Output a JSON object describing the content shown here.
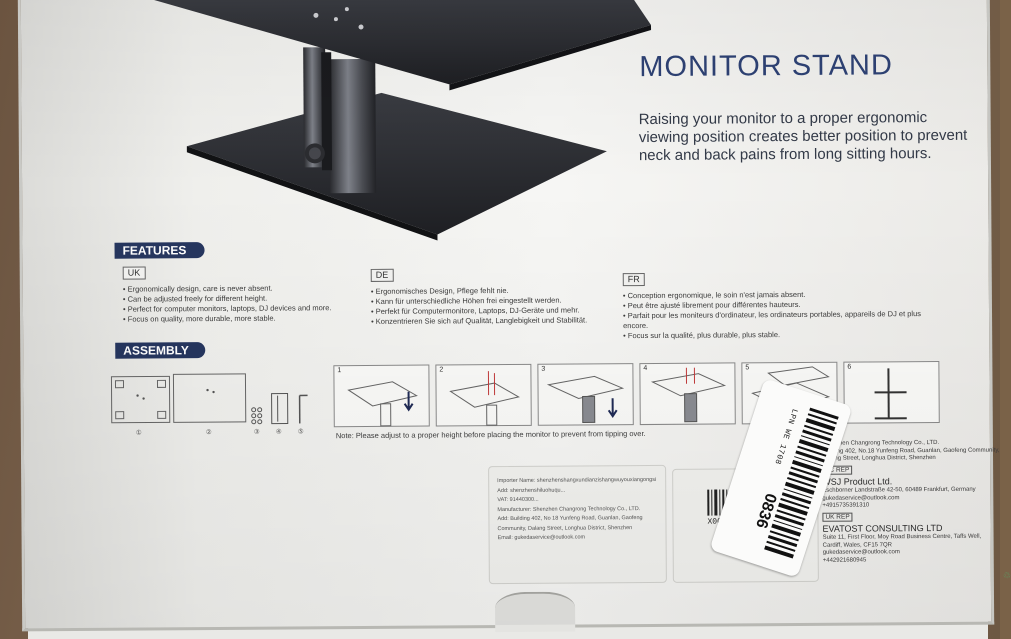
{
  "heading": "MONITOR STAND",
  "tagline": "Raising your monitor to a proper ergonomic viewing position creates better position to prevent neck and back pains from long sitting hours.",
  "features": {
    "label": "FEATURES",
    "uk": {
      "tag": "UK",
      "items": [
        "Ergonomically design, care is never absent.",
        "Can be adjusted freely for different height.",
        "Perfect for computer monitors, laptops, DJ devices and more.",
        "Focus on quality, more durable, more stable."
      ]
    },
    "de": {
      "tag": "DE",
      "items": [
        "Ergonomisches Design, Pflege fehlt nie.",
        "Kann für unterschiedliche Höhen frei eingestellt werden.",
        "Perfekt für Computermonitore, Laptops, DJ-Geräte und mehr.",
        "Konzentrieren Sie sich auf Qualität, Langlebigkeit und Stabilität."
      ]
    },
    "fr": {
      "tag": "FR",
      "items": [
        "Conception ergonomique, le soin n'est jamais absent.",
        "Peut être ajusté librement pour différentes hauteurs.",
        "Parfait pour les moniteurs d'ordinateur, les ordinateurs portables, appareils de DJ et plus encore.",
        "Focus sur la qualité, plus durable, plus stable."
      ]
    }
  },
  "assembly": {
    "label": "ASSEMBLY",
    "parts": [
      "①",
      "②",
      "③",
      "④",
      "⑤"
    ],
    "steps": [
      "1",
      "2",
      "3",
      "4",
      "5",
      "6"
    ],
    "note": "Note: Please adjust to a proper height before placing the monitor to prevent from tipping over."
  },
  "importer_label": {
    "line1": "Importer Name: shenzhenshangxundianzishangwuyouxiangongsi",
    "line2": "Add: shenzhenshiluohuqu...",
    "line3": "VAT: 91440300...",
    "line4": "Manufacturer: Shenzhen Changrong Technology Co., LTD.",
    "line5": "Add: Building 402, No 18 Yunfeng Road, Guanlan, Gaofeng",
    "line6": "Community, Dalang Street, Longhua District, Shenzhen",
    "line7": "Email: gukedaservice@outlook.com"
  },
  "fnsku": {
    "code": "X0022QZE..."
  },
  "regulatory": {
    "manufacturer": "Shenzhen Changrong Technology Co., LTD.",
    "manufacturer_addr1": "Building 402, No.18 Yunfeng Road, Guanlan, Gaofeng Community,",
    "manufacturer_addr2": "Dalang Street, Longhua District, Shenzhen",
    "ec_tag": "EC REP",
    "ec_name": "WSJ Product Ltd.",
    "ec_addr1": "Eschborner Landstraße 42-50, 60489 Frankfurt, Germany",
    "ec_email": "gukedaservice@outlook.com",
    "ec_phone": "+4915735391310",
    "uk_tag": "UK REP",
    "uk_name": "EVATOST CONSULTING LTD",
    "uk_addr1": "Suite 11, First Floor, Moy Road Business Centre, Taffs Well,",
    "uk_addr2": "Cardiff, Wales, CF15 7QR",
    "uk_email": "gukedaservice@outlook.com",
    "uk_phone": "+442921680945"
  },
  "sticker": {
    "text": "LPN WE 1708",
    "number": "0836"
  },
  "colors": {
    "navy": "#26365f",
    "title_blue": "#2e4274",
    "box_white": "#f4f4f2"
  }
}
